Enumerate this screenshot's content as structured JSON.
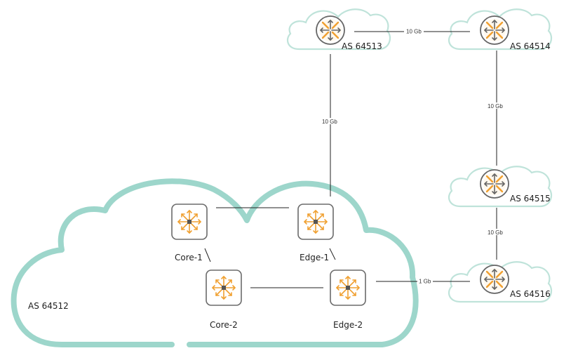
{
  "diagram": {
    "title": "BGP network topology",
    "colors": {
      "cloud_outline": "#9dd6cb",
      "small_cloud_outline": "#bfe3da",
      "switch_arrows": "#f0a030",
      "router_arrows": "#666666",
      "link": "#222222"
    },
    "main_as": {
      "label": "AS 64512"
    },
    "remote_as": [
      {
        "id": "as64513",
        "label": "AS 64513"
      },
      {
        "id": "as64514",
        "label": "AS 64514"
      },
      {
        "id": "as64515",
        "label": "AS 64515"
      },
      {
        "id": "as64516",
        "label": "AS 64516"
      }
    ],
    "nodes": [
      {
        "id": "core1",
        "label": "Core-1",
        "type": "layer3-switch"
      },
      {
        "id": "edge1",
        "label": "Edge-1",
        "type": "layer3-switch"
      },
      {
        "id": "core2",
        "label": "Core-2",
        "type": "layer3-switch"
      },
      {
        "id": "edge2",
        "label": "Edge-2",
        "type": "layer3-switch"
      }
    ],
    "links": [
      {
        "from": "as64513",
        "to": "as64514",
        "label": "10 Gb"
      },
      {
        "from": "edge1",
        "to": "as64513",
        "label": "10 Gb"
      },
      {
        "from": "as64514",
        "to": "as64515",
        "label": "10 Gb"
      },
      {
        "from": "as64515",
        "to": "as64516",
        "label": "10 Gb"
      },
      {
        "from": "edge2",
        "to": "as64516",
        "label": "1 Gb"
      },
      {
        "from": "core1",
        "to": "edge1",
        "label": ""
      },
      {
        "from": "core2",
        "to": "edge2",
        "label": ""
      },
      {
        "from": "core1",
        "to": "core2",
        "label": ""
      },
      {
        "from": "edge1",
        "to": "edge2",
        "label": ""
      }
    ]
  }
}
